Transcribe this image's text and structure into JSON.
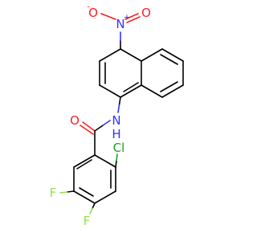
{
  "molecule": {
    "atoms": {
      "N_nitro": {
        "label": "N",
        "charge": "+",
        "color": "#3333ff"
      },
      "O_top": {
        "label": "O",
        "color": "#ff2020"
      },
      "O_left": {
        "label": "O",
        "charge": "-",
        "color": "#ff2020"
      },
      "N_amide": {
        "label": "N",
        "hydrogen": "H",
        "color": "#3333ff"
      },
      "O_carbonyl": {
        "label": "O",
        "color": "#ff2020"
      },
      "Cl": {
        "label": "Cl",
        "color": "#1fa01f"
      },
      "F_1": {
        "label": "F",
        "color": "#90e050"
      },
      "F_2": {
        "label": "F",
        "color": "#90e050"
      }
    },
    "bond_color": "#000000"
  }
}
